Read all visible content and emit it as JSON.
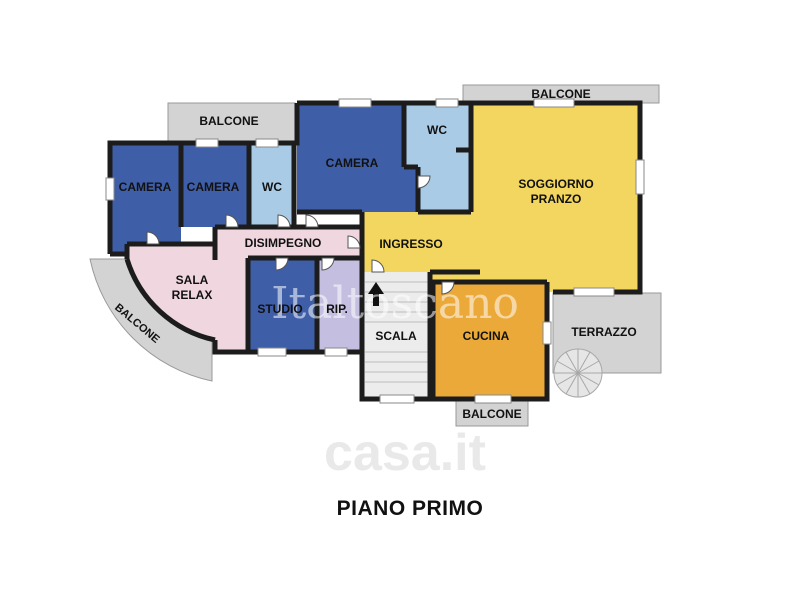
{
  "title": "PIANO PRIMO",
  "watermarks": {
    "agency": "Italtoscano",
    "portal": "casa.it"
  },
  "rooms": {
    "balcone_top_left": "BALCONE",
    "balcone_top_right": "BALCONE",
    "camera_1": "CAMERA",
    "camera_2": "CAMERA",
    "wc_1": "WC",
    "camera_3": "CAMERA",
    "wc_2": "WC",
    "soggiorno_line1": "SOGGIORNO",
    "soggiorno_line2": "PRANZO",
    "disimpegno": "DISIMPEGNO",
    "ingresso": "INGRESSO",
    "sala_line1": "SALA",
    "sala_line2": "RELAX",
    "balcone_curved": "BALCONE",
    "studio": "STUDIO",
    "ripostiglio": "RIP.",
    "scala": "SCALA",
    "cucina": "CUCINA",
    "terrazzo": "TERRAZZO",
    "balcone_bottom": "BALCONE"
  },
  "colors": {
    "camera": "#3f5ea8",
    "wc": "#a9cbe6",
    "soggiorno": "#f2d660",
    "sala": "#f0d7df",
    "cucina": "#eba93a",
    "ripostiglio": "#c4bfe0",
    "scala": "#ececec",
    "balcony": "#d3d3d3",
    "wall": "#1c1c1c"
  }
}
